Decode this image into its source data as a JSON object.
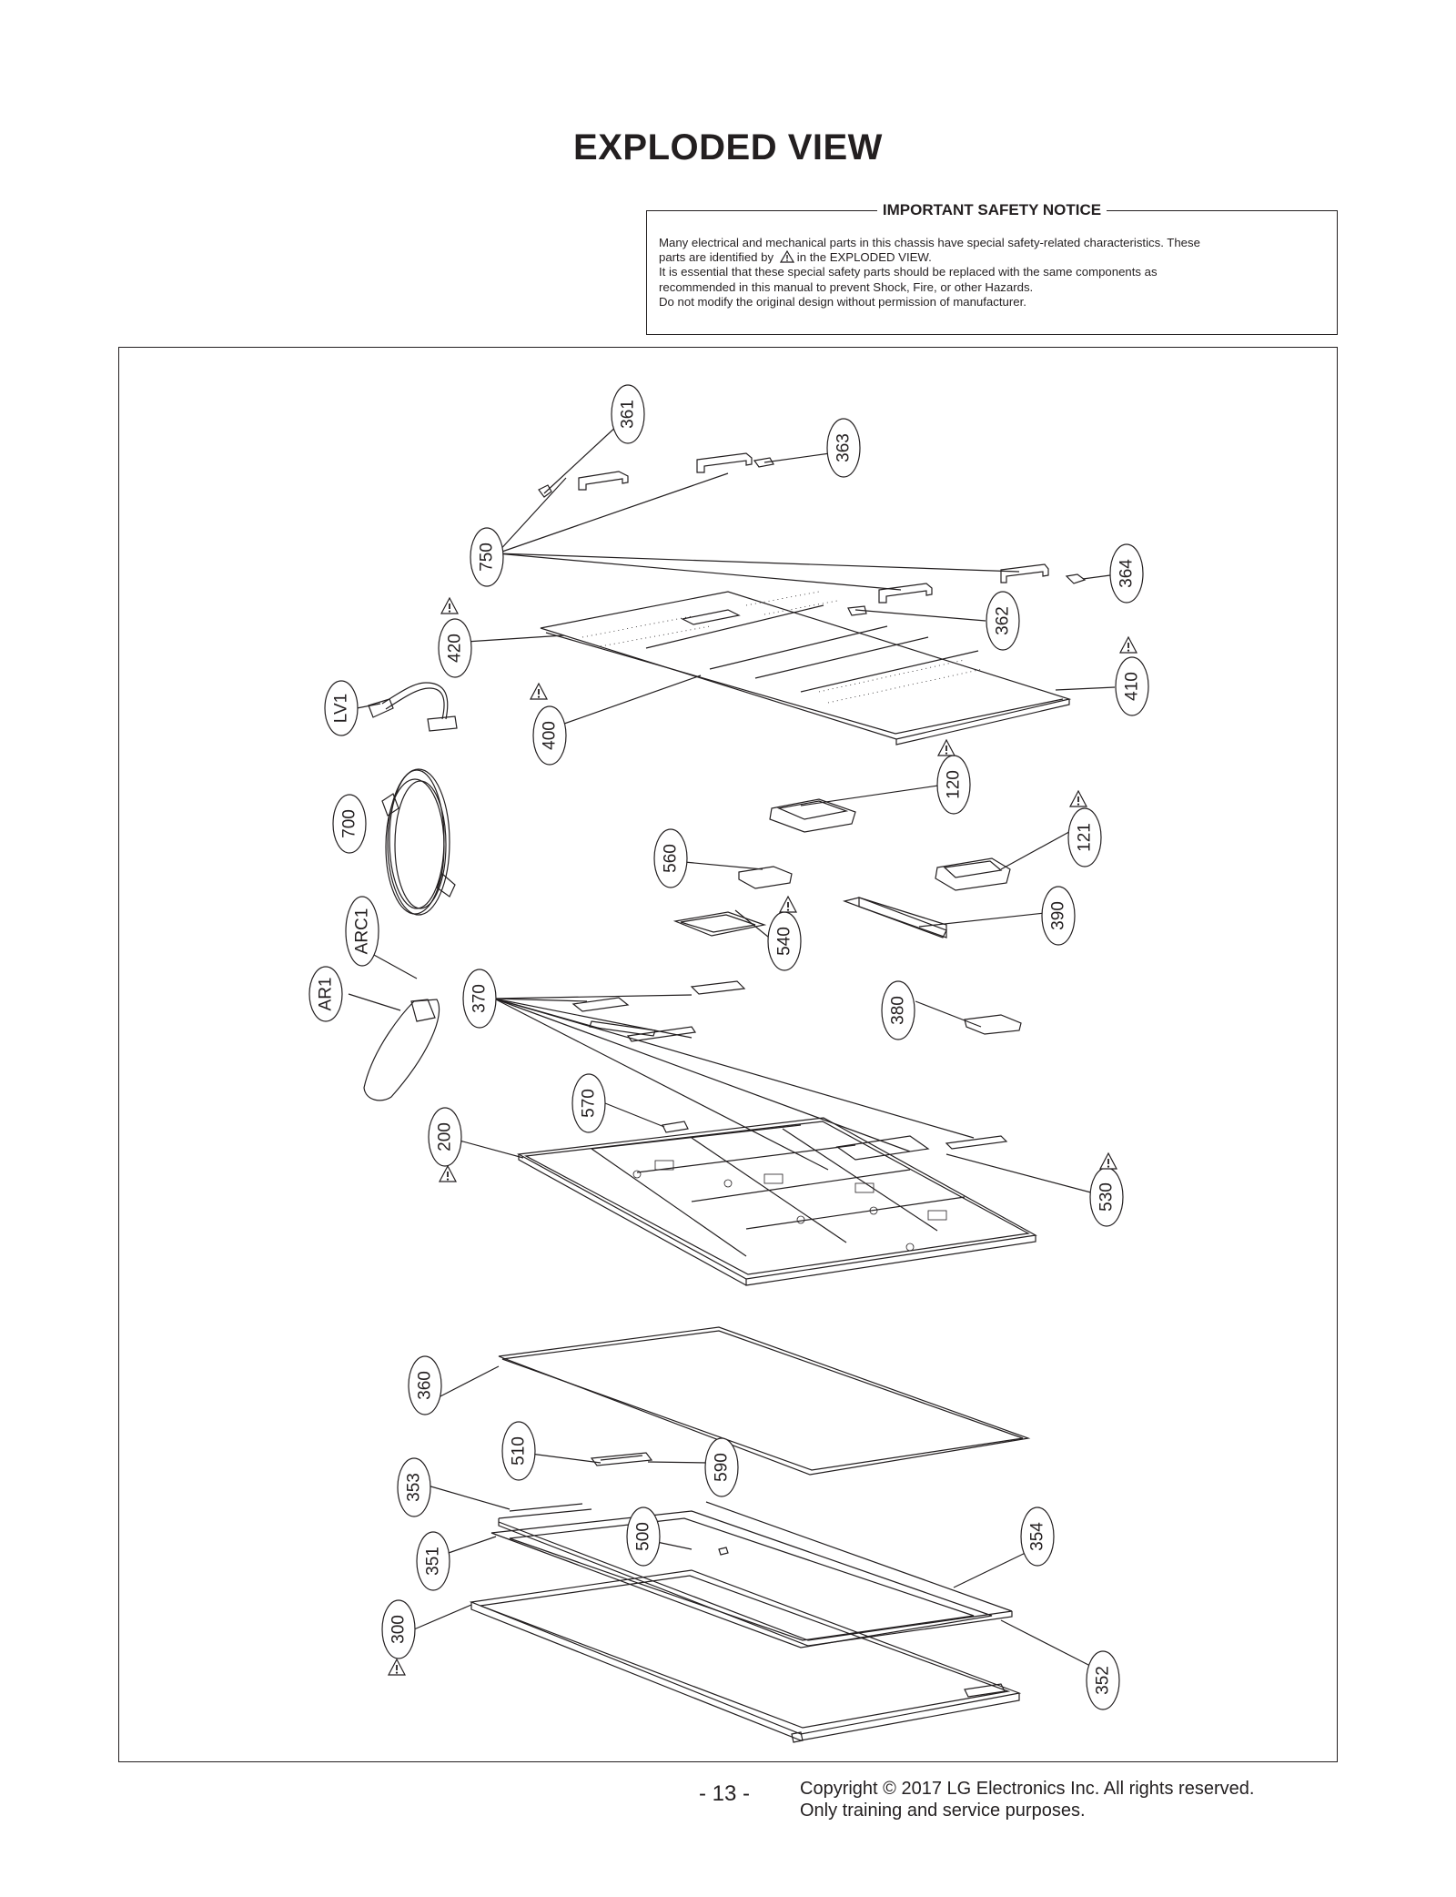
{
  "page": {
    "title": "EXPLODED VIEW",
    "page_number": "- 13 -",
    "copyright_line1": "Copyright © 2017 LG Electronics Inc. All rights reserved.",
    "copyright_line2": "Only training and service purposes."
  },
  "notice": {
    "title": "IMPORTANT SAFETY NOTICE",
    "line1": "Many electrical and mechanical parts in this chassis have special safety-related characteristics. These",
    "line2_before": "parts are identified by",
    "line2_after": "in the EXPLODED VIEW.",
    "line3": "It is essential that these special safety parts should be replaced with the same components as",
    "line4": "recommended in this manual to prevent Shock, Fire, or other Hazards.",
    "line5": "Do not modify the original design without permission of manufacturer."
  },
  "callouts": {
    "c361": "361",
    "c363": "363",
    "c750": "750",
    "c364": "364",
    "c420": "420",
    "c362": "362",
    "c410": "410",
    "cLV1": "LV1",
    "c400": "400",
    "c120": "120",
    "c700": "700",
    "c121": "121",
    "c560": "560",
    "c390": "390",
    "c540": "540",
    "cARC1": "ARC1",
    "cAR1": "AR1",
    "c370": "370",
    "c380": "380",
    "c570": "570",
    "c200": "200",
    "c530": "530",
    "c360": "360",
    "c510": "510",
    "c590": "590",
    "c353": "353",
    "c500": "500",
    "c354": "354",
    "c351": "351",
    "c300": "300",
    "c352": "352"
  }
}
